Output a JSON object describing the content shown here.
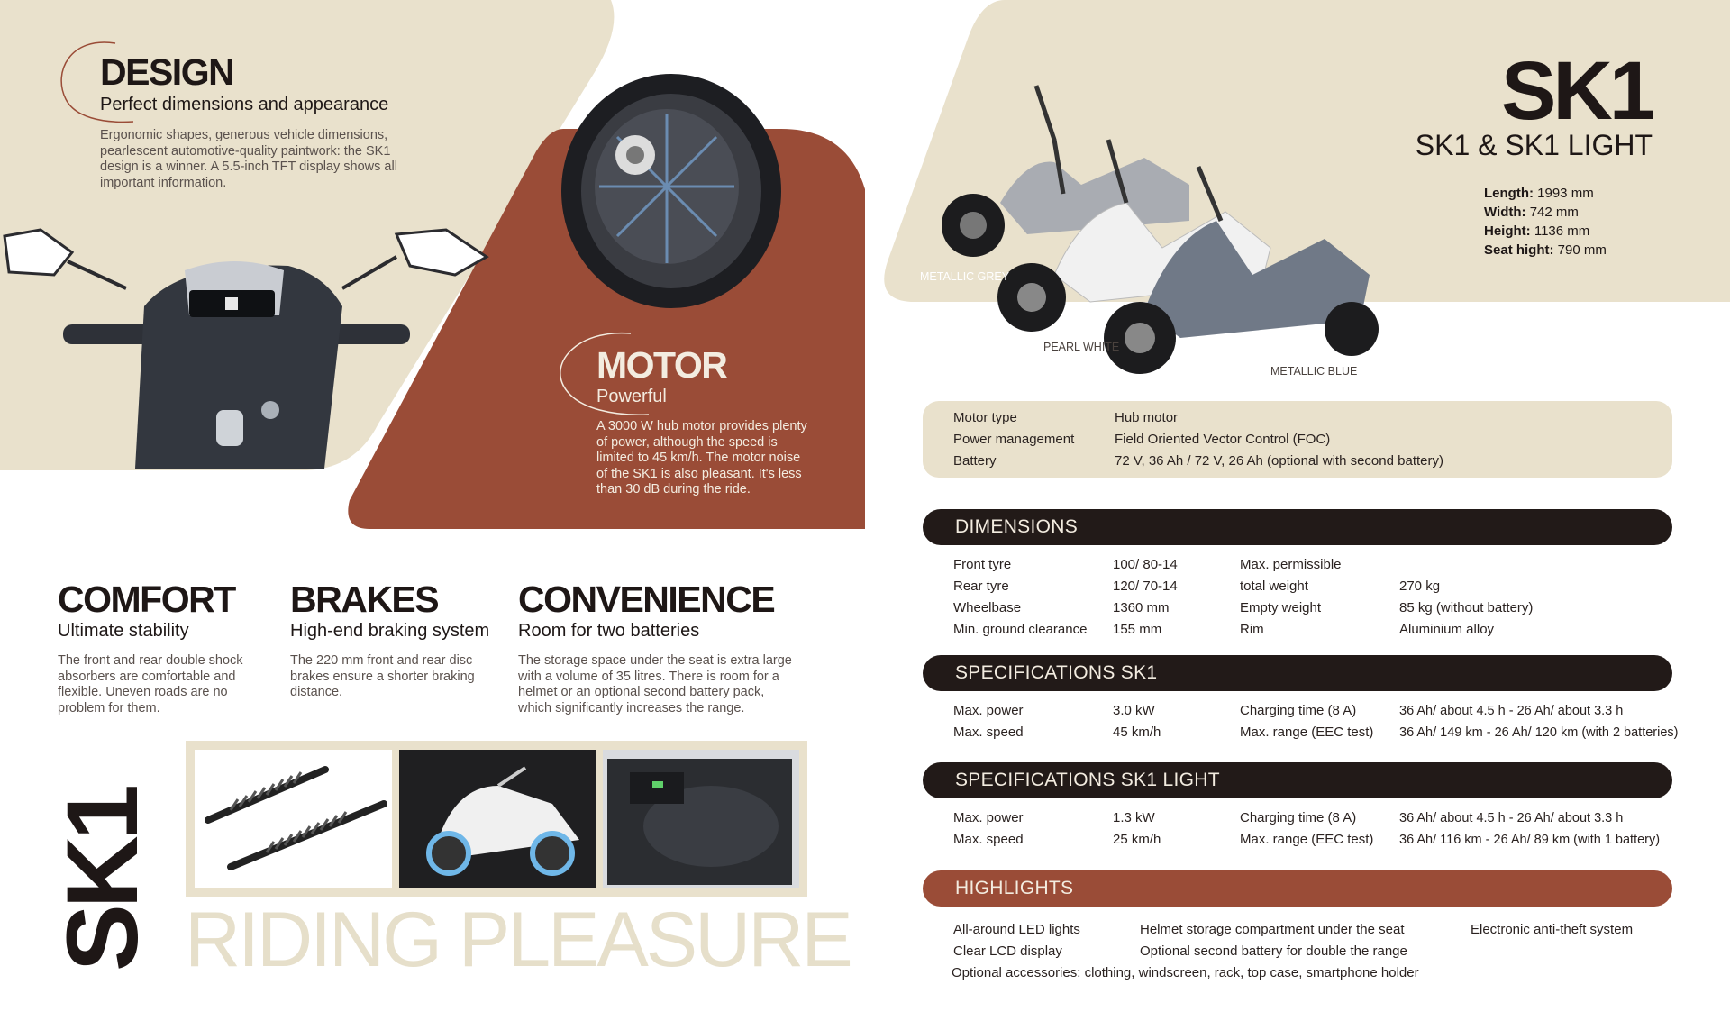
{
  "design": {
    "title": "DESIGN",
    "subtitle": "Perfect dimensions and appearance",
    "body": "Ergonomic shapes, generous vehicle dimensions, pearlescent automotive-quality paintwork: the SK1 design is a winner. A 5.5-inch TFT display shows all important information."
  },
  "motor": {
    "title": "MOTOR",
    "subtitle": "Powerful",
    "body": "A 3000 W hub motor provides plenty of power, although the speed is limited to 45 km/h. The motor noise of the SK1 is also pleasant. It's less than 30 dB during the ride."
  },
  "comfort": {
    "title": "COMFORT",
    "subtitle": "Ultimate stability",
    "body": "The front and rear double shock absorbers are comfortable and flexible. Uneven roads are no problem for them."
  },
  "brakes": {
    "title": "BRAKES",
    "subtitle": "High-end braking system",
    "body": "The 220 mm front and rear disc brakes ensure a shorter braking distance."
  },
  "convenience": {
    "title": "CONVENIENCE",
    "subtitle": "Room for two batteries",
    "body": "The storage space under the seat is extra large with a volume of 35 litres. There is room for a helmet or an optional second battery pack, which significantly increases the range."
  },
  "vertical_logo": "SK1",
  "tagline": "RIDING PLEASURE",
  "hero": {
    "model": "SK1",
    "model_sub": "SK1 & SK1 LIGHT",
    "dims": [
      {
        "label": "Length:",
        "value": "1993 mm"
      },
      {
        "label": "Width:",
        "value": "742 mm"
      },
      {
        "label": "Height:",
        "value": "1136 mm"
      },
      {
        "label": "Seat hight:",
        "value": "790 mm"
      }
    ],
    "colors": {
      "grey": "METALLIC GREY",
      "white": "PEARL WHITE",
      "blue": "METALLIC BLUE"
    }
  },
  "motor_specs": [
    {
      "label": "Motor type",
      "value": "Hub motor"
    },
    {
      "label": "Power management",
      "value": "Field Oriented Vector Control (FOC)"
    },
    {
      "label": "Battery",
      "value": "72 V, 36 Ah / 72 V, 26 Ah (optional with second battery)"
    }
  ],
  "dimensions": {
    "heading": "DIMENSIONS",
    "left": [
      {
        "label": "Front tyre",
        "value": "100/ 80-14"
      },
      {
        "label": "Rear tyre",
        "value": "120/ 70-14"
      },
      {
        "label": "Wheelbase",
        "value": "1360 mm"
      },
      {
        "label": "Min. ground clearance",
        "value": "155 mm"
      }
    ],
    "right": [
      {
        "label": "Max. permissible",
        "value": ""
      },
      {
        "label": "total weight",
        "value": "270 kg"
      },
      {
        "label": "Empty weight",
        "value": "85 kg (without battery)"
      },
      {
        "label": "Rim",
        "value": "Aluminium alloy"
      }
    ]
  },
  "spec_sk1": {
    "heading": "SPECIFICATIONS SK1",
    "left": [
      {
        "label": "Max. power",
        "value": "3.0 kW"
      },
      {
        "label": "Max. speed",
        "value": "45 km/h"
      }
    ],
    "right": [
      {
        "label": "Charging time (8 A)",
        "value": "36 Ah/ about 4.5 h - 26 Ah/ about 3.3 h"
      },
      {
        "label": "Max. range (EEC test)",
        "value": "36 Ah/ 149 km - 26 Ah/ 120 km (with 2 batteries)"
      }
    ]
  },
  "spec_light": {
    "heading": "SPECIFICATIONS SK1 LIGHT",
    "left": [
      {
        "label": "Max. power",
        "value": "1.3 kW"
      },
      {
        "label": "Max. speed",
        "value": "25 km/h"
      }
    ],
    "right": [
      {
        "label": "Charging time (8 A)",
        "value": "36 Ah/ about 4.5 h - 26 Ah/ about 3.3 h"
      },
      {
        "label": "Max. range (EEC test)",
        "value": "36 Ah/ 116 km - 26 Ah/ 89 km (with 1 battery)"
      }
    ]
  },
  "highlights": {
    "heading": "HIGHLIGHTS",
    "row1": [
      "All-around LED lights",
      "Helmet storage compartment under the seat",
      "Electronic anti-theft system"
    ],
    "row2": [
      "Clear LCD display",
      "Optional second battery for double the range"
    ],
    "row3": "Optional accessories: clothing, windscreen, rack, top case, smartphone holder"
  },
  "colors": {
    "beige": "#e9e1cc",
    "rust": "#9a4c37",
    "dark": "#221a18"
  }
}
